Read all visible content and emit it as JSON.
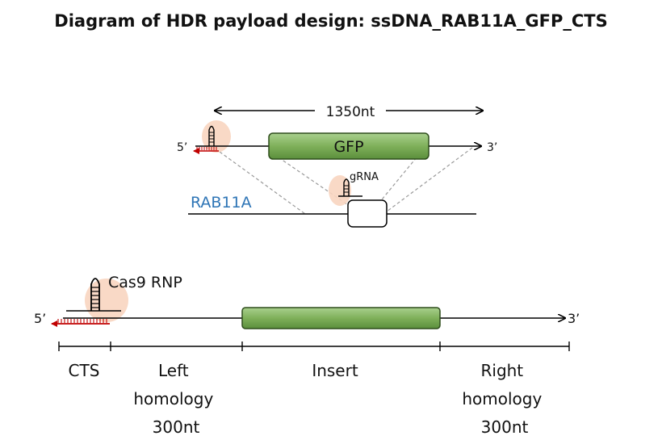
{
  "title": "Diagram of HDR payload design:  ssDNA_RAB11A_GFP_CTS",
  "top_diagram": {
    "length_label": "1350nt",
    "five_prime": "5’",
    "three_prime": "3’",
    "insert_label": "GFP",
    "grna_label": "gRNA",
    "locus_label": "RAB11A"
  },
  "bottom_diagram": {
    "five_prime": "5’",
    "three_prime": "3’",
    "rnp_label": "Cas9 RNP",
    "segments": [
      {
        "lines": [
          "CTS"
        ]
      },
      {
        "lines": [
          "Left",
          "homology",
          "300nt"
        ]
      },
      {
        "lines": [
          "Insert"
        ]
      },
      {
        "lines": [
          "Right",
          "homology",
          "300nt"
        ]
      }
    ]
  },
  "colors": {
    "insert_fill": "#7fb05a",
    "insert_stroke": "#2e4d1c",
    "locus_label": "#2e75b6",
    "cts_red": "#c00000",
    "rnp_blob": "#f8d5c0",
    "guide_dash": "#999999"
  }
}
